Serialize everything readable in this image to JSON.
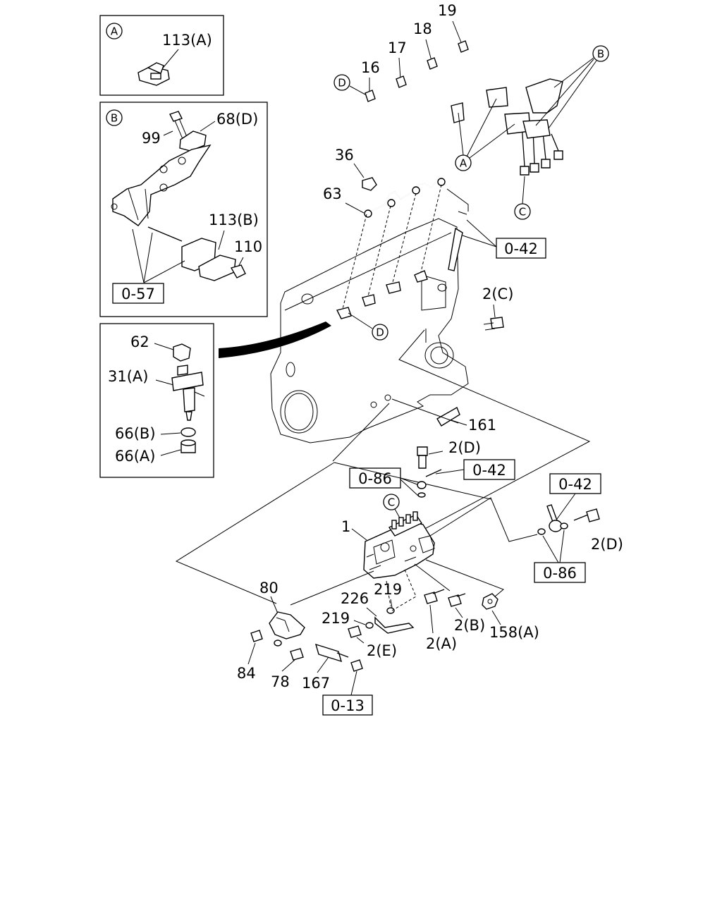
{
  "insets": {
    "a": {
      "letter": "A",
      "part": "113(A)"
    },
    "b": {
      "letter": "B",
      "p99": "99",
      "p68": "68(D)",
      "p113": "113(B)",
      "p110": "110",
      "ref": "0-57"
    },
    "c": {
      "p62": "62",
      "p31": "31(A)",
      "p66b": "66(B)",
      "p66a": "66(A)"
    }
  },
  "pipes": {
    "p19": "19",
    "p18": "18",
    "p17": "17",
    "p16": "16",
    "cB": "B",
    "cD": "D",
    "cA": "A",
    "cC": "C"
  },
  "engine": {
    "p36": "36",
    "p63": "63",
    "ref042": "0-42",
    "p2c": "2(C)",
    "cD2": "D",
    "p161": "161"
  },
  "pump": {
    "p2d_top": "2(D)",
    "ref086_a": "0-86",
    "ref042_a": "0-42",
    "cC2": "C",
    "p1": "1",
    "ref042_b": "0-42",
    "p2d_right": "2(D)",
    "ref086_b": "0-86",
    "p80": "80",
    "p226": "226",
    "p219a": "219",
    "p219b": "219",
    "p2e": "2(E)",
    "p2a": "2(A)",
    "p2b": "2(B)",
    "p158a": "158(A)",
    "p84": "84",
    "p78": "78",
    "p167": "167",
    "ref013": "0-13"
  }
}
